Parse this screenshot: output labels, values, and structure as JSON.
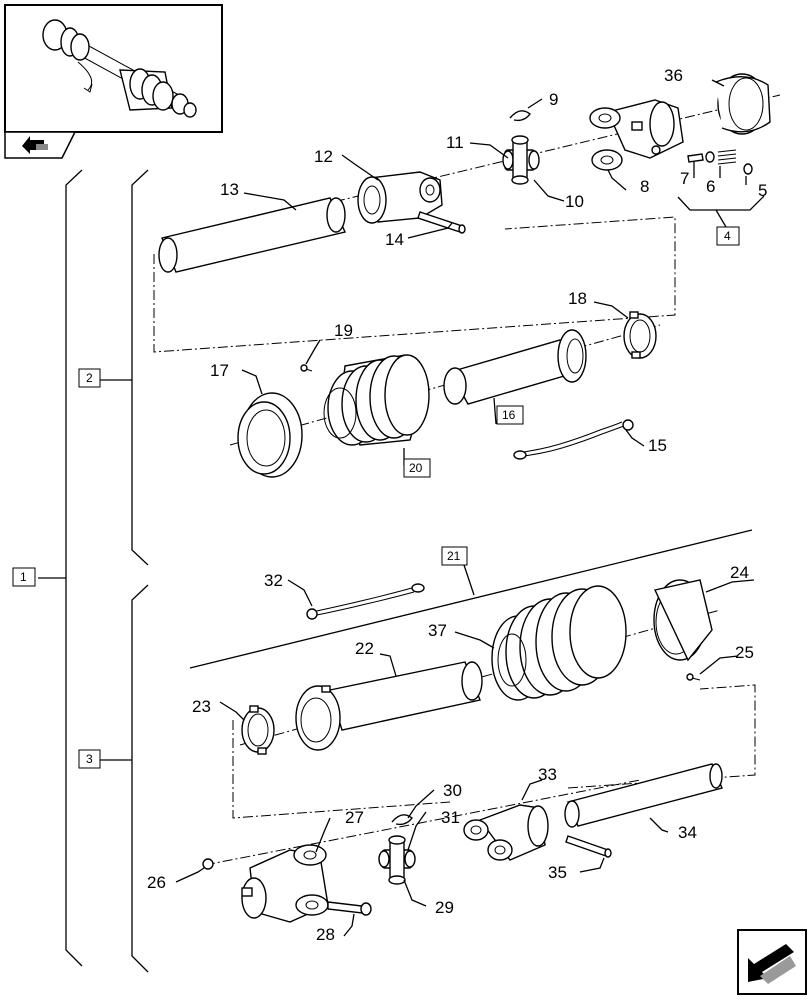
{
  "callouts": {
    "c5": "5",
    "c6": "6",
    "c7": "7",
    "c8": "8",
    "c9": "9",
    "c10": "10",
    "c11": "11",
    "c12": "12",
    "c13": "13",
    "c14": "14",
    "c15": "15",
    "c17": "17",
    "c18": "18",
    "c19": "19",
    "c22": "22",
    "c23": "23",
    "c24": "24",
    "c25": "25",
    "c26": "26",
    "c27": "27",
    "c28": "28",
    "c29": "29",
    "c30": "30",
    "c31": "31",
    "c32": "32",
    "c33": "33",
    "c34": "34",
    "c35": "35",
    "c36": "36",
    "c37": "37"
  },
  "groups": {
    "g1": "1",
    "g2": "2",
    "g3": "3",
    "g4": "4",
    "g16": "16",
    "g20": "20",
    "g21": "21"
  },
  "icons": {
    "thumbnail": "pto-shaft-thumbnail-icon",
    "return": "return-arrow-icon",
    "next": "next-page-arrow-icon"
  }
}
